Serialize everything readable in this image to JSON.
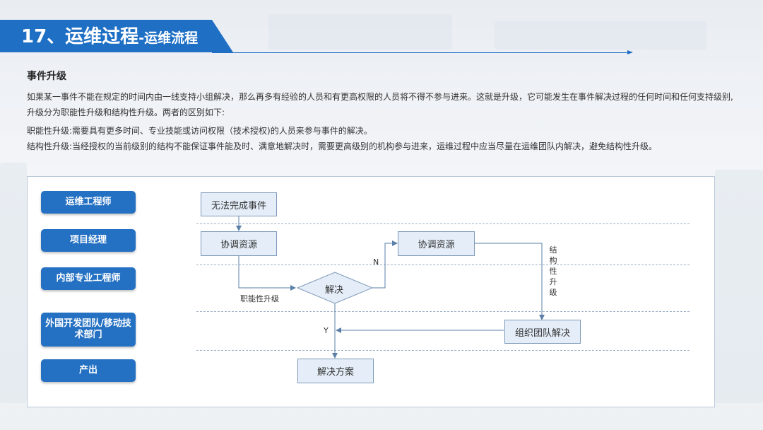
{
  "header": {
    "title_main": "17、运维过程",
    "title_sub": "-运维流程"
  },
  "content": {
    "heading": "事件升级",
    "paragraphs": [
      "如果某一事件不能在规定的时间内由一线支持小组解决，那么再多有经验的人员和有更高权限的人员将不得不参与进来。这就是升级，它可能发生在事件解决过程的任何时间和任何支持级别,升级分为职能性升级和结构性升级。两者的区别如下:",
      "职能性升级:需要具有更多时间、专业技能或访问权限（技术授权)的人员来参与事件的解决。",
      "结构性升级:当经授权的当前级别的结构不能保证事件能及时、满意地解决时，需要更高级别的机构参与进来，运维过程中应当尽量在运维团队内解决，避免结构性升级。"
    ]
  },
  "diagram": {
    "roles": [
      "运维工程师",
      "项目经理",
      "内部专业工程师",
      "外国开发团队/移动技术部门",
      "产出"
    ],
    "nodes": {
      "start": "无法完成事件",
      "coordinate_1": "协调资源",
      "coordinate_2": "协调资源",
      "decision": "解决",
      "organize": "组织团队解决",
      "solution": "解决方案"
    },
    "labels": {
      "functional": "职能性升级",
      "no": "N",
      "yes": "Y",
      "structural": "结构性升级"
    },
    "colors": {
      "role_fill": "#2470c2",
      "node_fill": "#e4edf8",
      "node_border": "#7e9ab8",
      "connector": "#5b7fa8",
      "banner": "#1f6fc5"
    }
  }
}
